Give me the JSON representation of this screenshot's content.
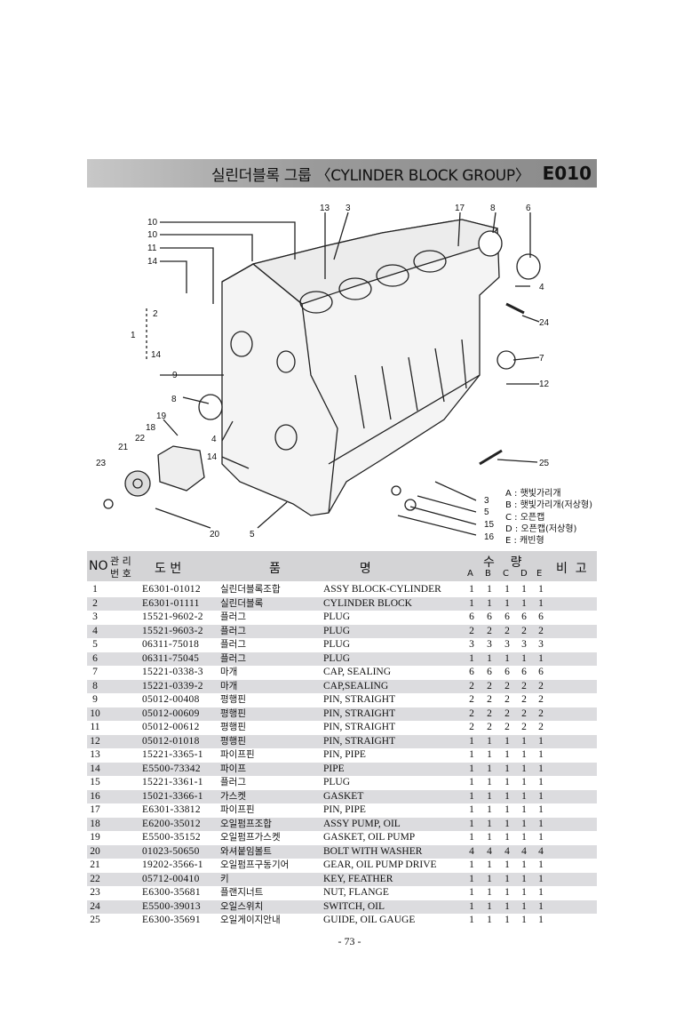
{
  "header": {
    "title": "실린더블록 그룹 〈CYLINDER BLOCK GROUP〉",
    "code": "E010"
  },
  "diagram": {
    "callouts": [
      "10",
      "10",
      "11",
      "14",
      "2",
      "1",
      "14",
      "9",
      "8",
      "19",
      "18",
      "4",
      "22",
      "21",
      "23",
      "14",
      "20",
      "5",
      "13",
      "3",
      "17",
      "8",
      "6",
      "4",
      "24",
      "7",
      "12",
      "25",
      "3",
      "5",
      "15",
      "16"
    ]
  },
  "legend": [
    "A : 햇빛가리개",
    "B : 햇빛가리개(저상형)",
    "C : 오픈캡",
    "D : 오픈캡(저상형)",
    "E : 캐빈형"
  ],
  "table": {
    "headers": {
      "no": "NO",
      "mgmt": "관리\n번호",
      "mgmt_top": "관 리",
      "mgmt_bottom": "번 호",
      "drawing": "도    번",
      "name": "품                    명",
      "qty": "수    량",
      "remarks": "비  고",
      "qty_cols": [
        "A",
        "B",
        "C",
        "D",
        "E"
      ]
    },
    "rows": [
      {
        "no": "1",
        "part": "E6301-01012",
        "kor": "실린더블록조합",
        "eng": "ASSY BLOCK-CYLINDER",
        "qty": [
          "1",
          "1",
          "1",
          "1",
          "1"
        ]
      },
      {
        "no": "2",
        "part": "E6301-01111",
        "kor": "실린더블록",
        "eng": "CYLINDER BLOCK",
        "qty": [
          "1",
          "1",
          "1",
          "1",
          "1"
        ]
      },
      {
        "no": "3",
        "part": "15521-9602-2",
        "kor": "플러그",
        "eng": "PLUG",
        "qty": [
          "6",
          "6",
          "6",
          "6",
          "6"
        ]
      },
      {
        "no": "4",
        "part": "15521-9603-2",
        "kor": "플러그",
        "eng": "PLUG",
        "qty": [
          "2",
          "2",
          "2",
          "2",
          "2"
        ]
      },
      {
        "no": "5",
        "part": "06311-75018",
        "kor": "플러그",
        "eng": "PLUG",
        "qty": [
          "3",
          "3",
          "3",
          "3",
          "3"
        ]
      },
      {
        "no": "6",
        "part": "06311-75045",
        "kor": "플러그",
        "eng": "PLUG",
        "qty": [
          "1",
          "1",
          "1",
          "1",
          "1"
        ]
      },
      {
        "no": "7",
        "part": "15221-0338-3",
        "kor": "마개",
        "eng": "CAP, SEALING",
        "qty": [
          "6",
          "6",
          "6",
          "6",
          "6"
        ]
      },
      {
        "no": "8",
        "part": "15221-0339-2",
        "kor": "마개",
        "eng": "CAP,SEALING",
        "qty": [
          "2",
          "2",
          "2",
          "2",
          "2"
        ]
      },
      {
        "no": "9",
        "part": "05012-00408",
        "kor": "평행핀",
        "eng": "PIN, STRAIGHT",
        "qty": [
          "2",
          "2",
          "2",
          "2",
          "2"
        ]
      },
      {
        "no": "10",
        "part": "05012-00609",
        "kor": "평행핀",
        "eng": "PIN, STRAIGHT",
        "qty": [
          "2",
          "2",
          "2",
          "2",
          "2"
        ]
      },
      {
        "no": "11",
        "part": "05012-00612",
        "kor": "평행핀",
        "eng": "PIN, STRAIGHT",
        "qty": [
          "2",
          "2",
          "2",
          "2",
          "2"
        ]
      },
      {
        "no": "12",
        "part": "05012-01018",
        "kor": "평행핀",
        "eng": "PIN, STRAIGHT",
        "qty": [
          "1",
          "1",
          "1",
          "1",
          "1"
        ]
      },
      {
        "no": "13",
        "part": "15221-3365-1",
        "kor": "파이프핀",
        "eng": "PIN, PIPE",
        "qty": [
          "1",
          "1",
          "1",
          "1",
          "1"
        ]
      },
      {
        "no": "14",
        "part": "E5500-73342",
        "kor": "파이프",
        "eng": "PIPE",
        "qty": [
          "1",
          "1",
          "1",
          "1",
          "1"
        ]
      },
      {
        "no": "15",
        "part": "15221-3361-1",
        "kor": "플러그",
        "eng": "PLUG",
        "qty": [
          "1",
          "1",
          "1",
          "1",
          "1"
        ]
      },
      {
        "no": "16",
        "part": "15021-3366-1",
        "kor": "가스켓",
        "eng": "GASKET",
        "qty": [
          "1",
          "1",
          "1",
          "1",
          "1"
        ]
      },
      {
        "no": "17",
        "part": "E6301-33812",
        "kor": "파이프핀",
        "eng": "PIN, PIPE",
        "qty": [
          "1",
          "1",
          "1",
          "1",
          "1"
        ]
      },
      {
        "no": "18",
        "part": "E6200-35012",
        "kor": "오일펌프조합",
        "eng": "ASSY PUMP, OIL",
        "qty": [
          "1",
          "1",
          "1",
          "1",
          "1"
        ]
      },
      {
        "no": "19",
        "part": "E5500-35152",
        "kor": "오일펌프가스켓",
        "eng": "GASKET, OIL PUMP",
        "qty": [
          "1",
          "1",
          "1",
          "1",
          "1"
        ]
      },
      {
        "no": "20",
        "part": "01023-50650",
        "kor": "와셔붙임볼트",
        "eng": "BOLT WITH WASHER",
        "qty": [
          "4",
          "4",
          "4",
          "4",
          "4"
        ]
      },
      {
        "no": "21",
        "part": "19202-3566-1",
        "kor": "오일펌프구동기어",
        "eng": "GEAR, OIL PUMP DRIVE",
        "qty": [
          "1",
          "1",
          "1",
          "1",
          "1"
        ]
      },
      {
        "no": "22",
        "part": "05712-00410",
        "kor": "키",
        "eng": "KEY, FEATHER",
        "qty": [
          "1",
          "1",
          "1",
          "1",
          "1"
        ]
      },
      {
        "no": "23",
        "part": "E6300-35681",
        "kor": "플랜지너트",
        "eng": "NUT, FLANGE",
        "qty": [
          "1",
          "1",
          "1",
          "1",
          "1"
        ]
      },
      {
        "no": "24",
        "part": "E5500-39013",
        "kor": "오일스위치",
        "eng": "SWITCH, OIL",
        "qty": [
          "1",
          "1",
          "1",
          "1",
          "1"
        ]
      },
      {
        "no": "25",
        "part": "E6300-35691",
        "kor": "오일게이지안내",
        "eng": "GUIDE, OIL GAUGE",
        "qty": [
          "1",
          "1",
          "1",
          "1",
          "1"
        ]
      }
    ]
  },
  "footer": {
    "page": "- 73 -"
  }
}
